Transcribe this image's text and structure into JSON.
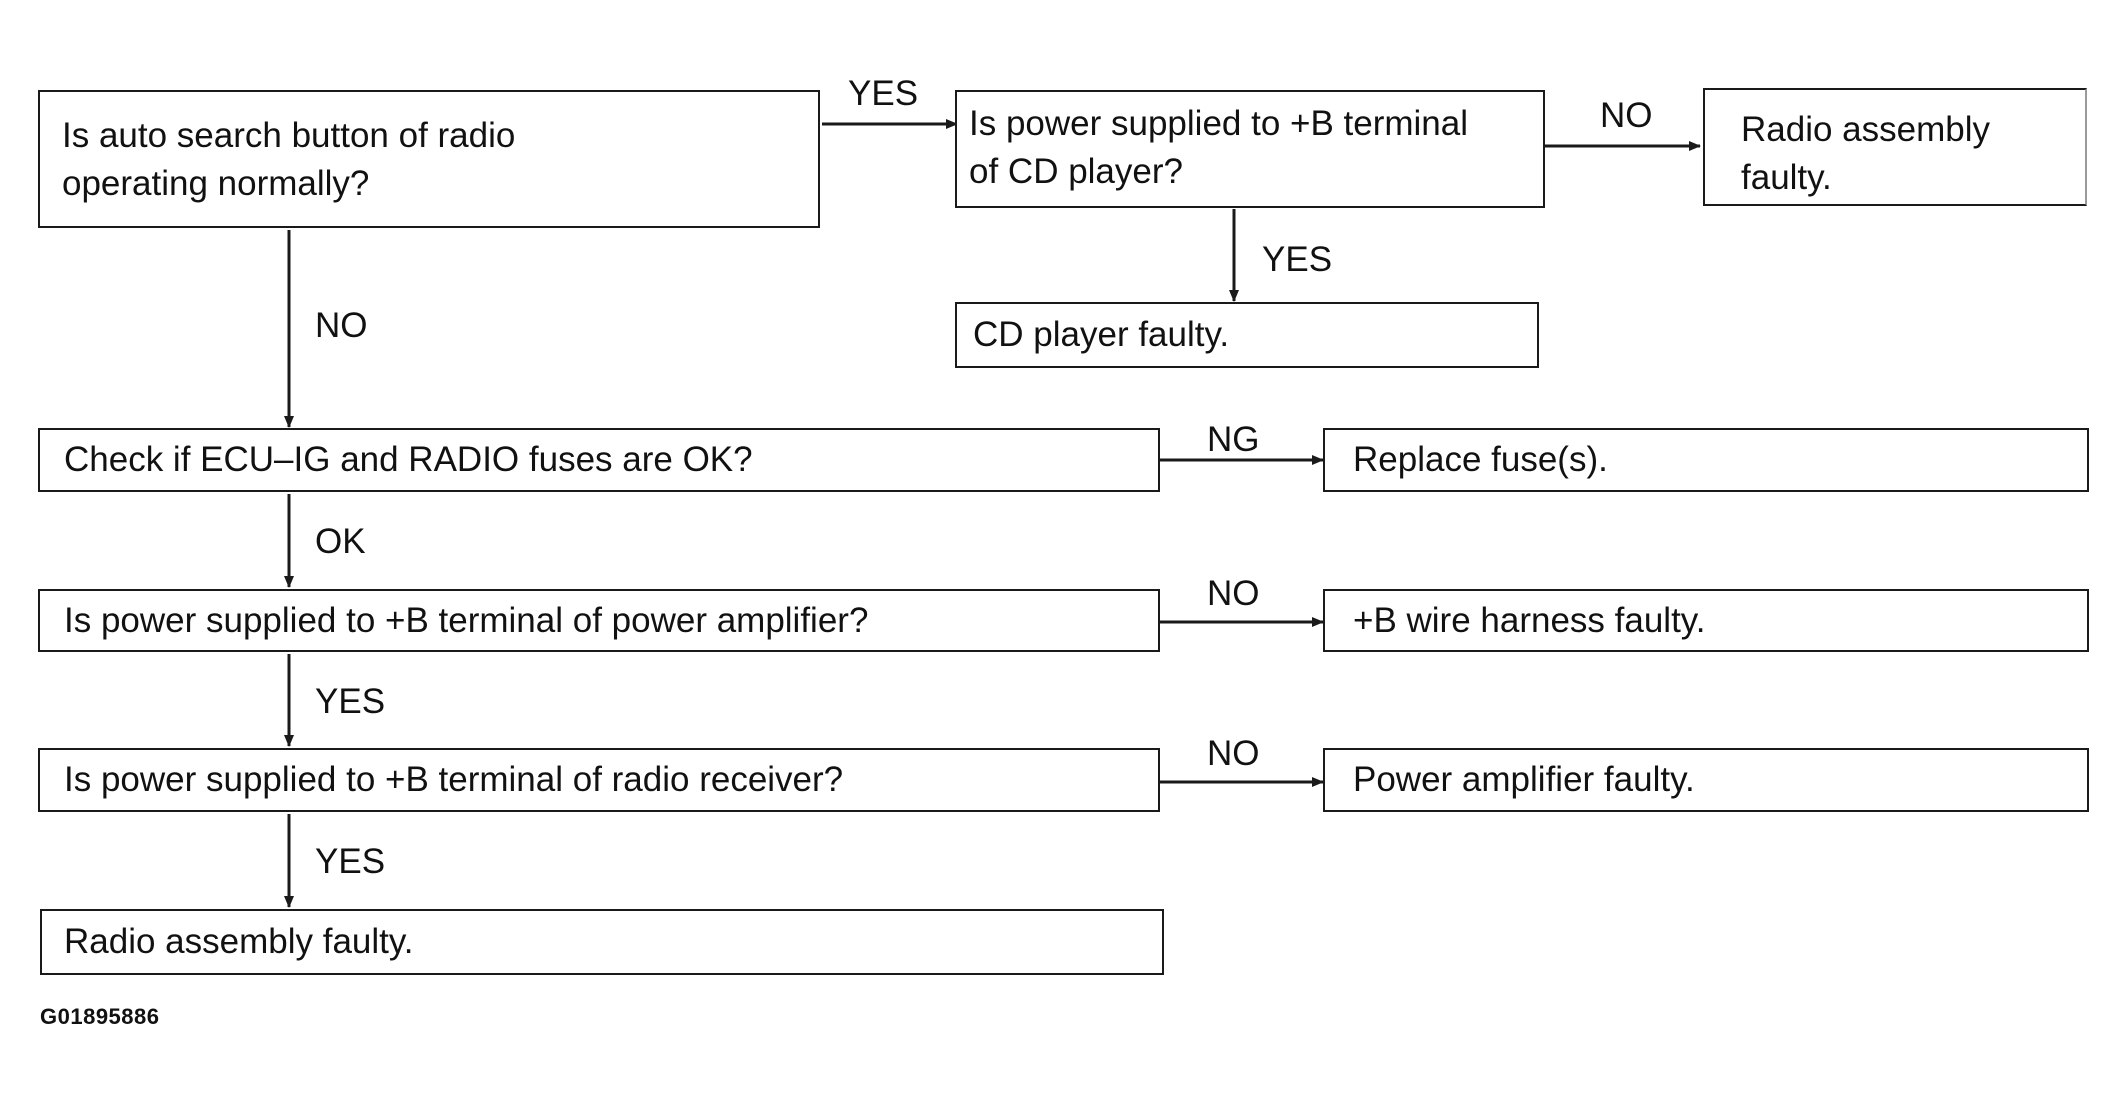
{
  "nodes": {
    "q_auto_search": "Is auto search button of radio\noperating normally?",
    "q_power_cd": "Is power supplied to +B terminal\nof CD player?",
    "r_radio_faulty_top": "Radio assembly\nfaulty.",
    "r_cd_faulty": "CD player faulty.",
    "q_fuses": "Check if ECU–IG and RADIO fuses are OK?",
    "r_replace_fuse": "Replace fuse(s).",
    "q_power_amp": "Is power supplied to +B terminal of power amplifier?",
    "r_wire_harness": "+B wire harness faulty.",
    "q_power_receiver": "Is power supplied to +B terminal of radio receiver?",
    "r_power_amp_faulty": "Power amplifier faulty.",
    "r_radio_faulty_bottom": "Radio assembly faulty."
  },
  "edge_labels": {
    "auto_search_yes": "YES",
    "power_cd_no": "NO",
    "power_cd_yes": "YES",
    "auto_search_no": "NO",
    "fuses_ng": "NG",
    "fuses_ok": "OK",
    "power_amp_no": "NO",
    "power_amp_yes": "YES",
    "power_receiver_no": "NO",
    "power_receiver_yes": "YES"
  },
  "figure_code": "G01895886"
}
